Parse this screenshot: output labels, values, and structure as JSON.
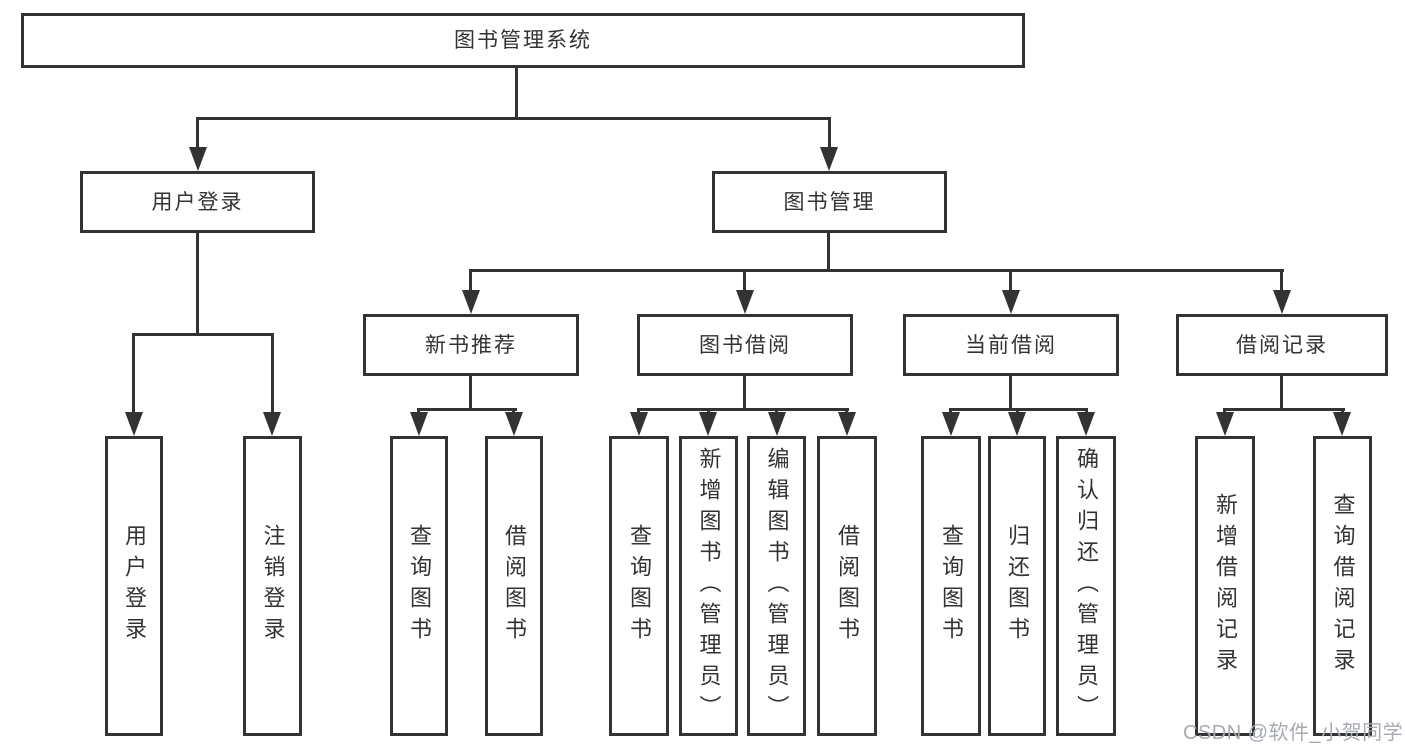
{
  "diagram": {
    "title": "图书管理系统",
    "nodes": {
      "root": "图书管理系统",
      "user_login": "用户登录",
      "book_mgmt": "图书管理",
      "new_book_rec": "新书推荐",
      "book_borrow": "图书借阅",
      "current_borrow": "当前借阅",
      "borrow_records": "借阅记录",
      "leaf_user_login": "用户登录",
      "leaf_logout": "注销登录",
      "leaf_query_book_rec": "查询图书",
      "leaf_borrow_book_rec": "借阅图书",
      "leaf_query_book_borrow": "查询图书",
      "leaf_add_book": "新增图书（管理员）",
      "leaf_edit_book": "编辑图书（管理员）",
      "leaf_borrow_book": "借阅图书",
      "leaf_query_book_current": "查询图书",
      "leaf_return_book": "归还图书",
      "leaf_confirm_return": "确认归还（管理员）",
      "leaf_add_borrow_record": "新增借阅记录",
      "leaf_query_borrow_record": "查询借阅记录"
    },
    "hierarchy": {
      "图书管理系统": {
        "用户登录": [
          "用户登录",
          "注销登录"
        ],
        "图书管理": {
          "新书推荐": [
            "查询图书",
            "借阅图书"
          ],
          "图书借阅": [
            "查询图书",
            "新增图书（管理员）",
            "编辑图书（管理员）",
            "借阅图书"
          ],
          "当前借阅": [
            "查询图书",
            "归还图书",
            "确认归还（管理员）"
          ],
          "借阅记录": [
            "新增借阅记录",
            "查询借阅记录"
          ]
        }
      }
    }
  },
  "watermark": {
    "text": "CSDN @软件_小贺同学"
  },
  "colors": {
    "line": "#333333",
    "text": "#333333",
    "box_fill": "#ffffff",
    "background": "#ffffff",
    "watermark": "#a6abb2"
  }
}
